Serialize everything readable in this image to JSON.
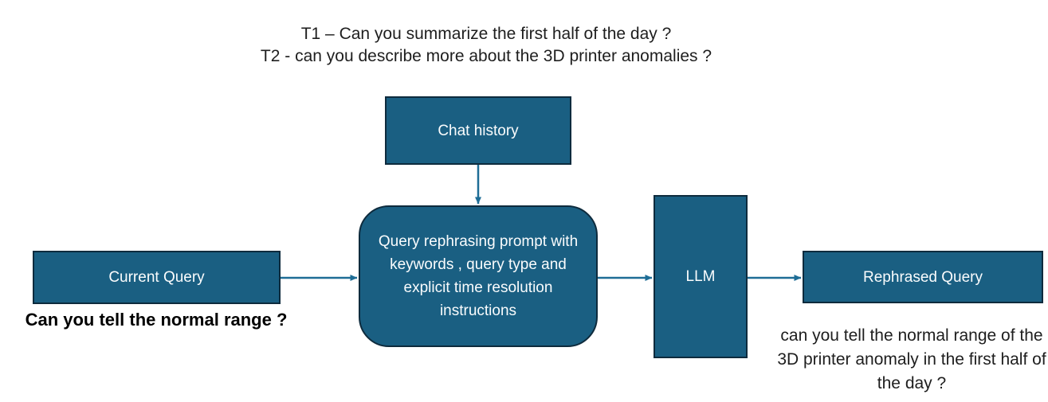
{
  "colors": {
    "node_fill": "#1A5F82",
    "node_border": "#0E2B3D",
    "arrow": "#1E6D96",
    "dark_text": "#1E1E1E",
    "node_text": "#FAFCFD"
  },
  "header": {
    "line1": "T1 – Can you summarize the first half of the day ?",
    "line2": "T2 - can you describe more about the 3D printer anomalies ?"
  },
  "nodes": {
    "chat_history": {
      "label": "Chat history"
    },
    "current_query": {
      "label": "Current Query"
    },
    "rephrase_prompt": {
      "label": "Query rephrasing prompt with keywords , query type and explicit time resolution instructions"
    },
    "llm": {
      "label": "LLM"
    },
    "rephrased_query": {
      "label": "Rephrased Query"
    }
  },
  "annotations": {
    "current_query_example": "Can you tell the normal range ?",
    "rephrased_query_example": "can you tell the normal range of the 3D printer anomaly in the first half of the day ?"
  }
}
